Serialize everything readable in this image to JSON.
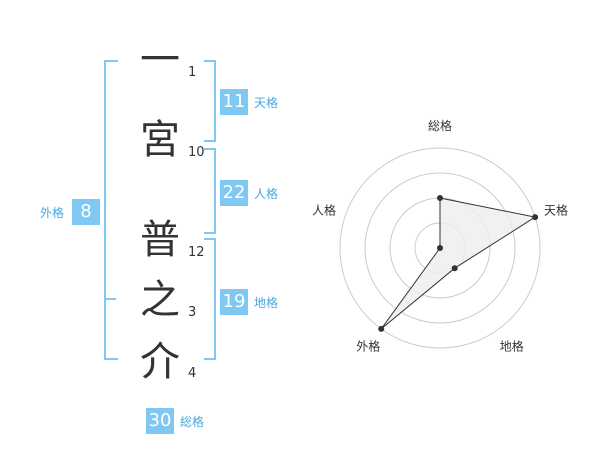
{
  "name": {
    "chars": [
      {
        "char": "一",
        "strokes": "1"
      },
      {
        "char": "宮",
        "strokes": "10"
      },
      {
        "char": "普",
        "strokes": "12"
      },
      {
        "char": "之",
        "strokes": "3"
      },
      {
        "char": "介",
        "strokes": "4"
      }
    ]
  },
  "fortune": {
    "tenkaku": {
      "value": "11",
      "label": "天格"
    },
    "jinkaku": {
      "value": "22",
      "label": "人格"
    },
    "chikaku": {
      "value": "19",
      "label": "地格"
    },
    "gaikaku": {
      "value": "8",
      "label": "外格"
    },
    "soukaku": {
      "value": "30",
      "label": "総格"
    }
  },
  "chart_data": {
    "type": "radar",
    "axes": [
      "総格",
      "天格",
      "地格",
      "外格",
      "人格"
    ],
    "values": [
      2,
      4,
      1,
      4,
      0
    ],
    "max": 4,
    "rings": 4,
    "grid": true
  },
  "colors": {
    "accent": "#7ec8f3",
    "accent_text": "#4aa8e0",
    "text": "#333333",
    "grid": "#cccccc",
    "radar_fill": "#eeeeee",
    "point": "#333333"
  }
}
